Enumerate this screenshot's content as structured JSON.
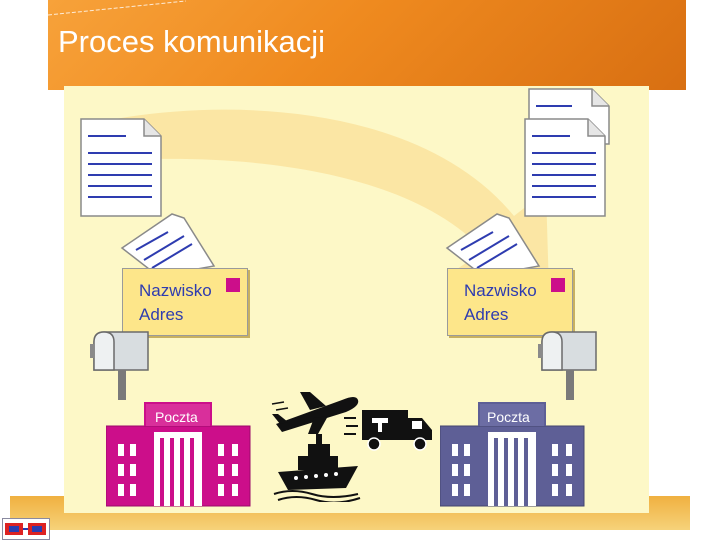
{
  "slide": {
    "title": "Proces komunikacji"
  },
  "left_side": {
    "envelope_name": "Nazwisko",
    "envelope_address": "Adres",
    "post_office_label": "Poczta"
  },
  "right_side": {
    "envelope_name": "Nazwisko",
    "envelope_address": "Adres",
    "post_office_label": "Poczta"
  },
  "colors": {
    "header_orange": "#ef8a1f",
    "panel_yellow": "#fdf8c7",
    "arrow_orange": "#fbe3a0",
    "envelope_yellow": "#fde68a",
    "left_building": "#cc0e8a",
    "right_building": "#5e5f96",
    "text_blue": "#2e3cb0"
  },
  "icons": [
    "document-icon",
    "envelope-icon",
    "mailbox-icon",
    "post-office-icon",
    "airplane-icon",
    "truck-icon",
    "ship-icon"
  ]
}
